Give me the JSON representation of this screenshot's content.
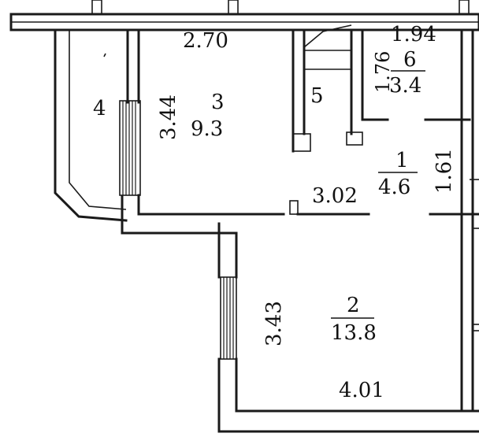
{
  "rooms": [
    {
      "id": "1",
      "number": "1",
      "area": "4.6"
    },
    {
      "id": "2",
      "number": "2",
      "area": "13.8"
    },
    {
      "id": "3",
      "number": "3",
      "area": "9.3"
    },
    {
      "id": "4",
      "number": "4"
    },
    {
      "id": "5",
      "number": "5"
    },
    {
      "id": "6",
      "number": "6",
      "area": "3.4"
    }
  ],
  "dimensions": {
    "room3_width": "2.70",
    "room3_depth": "3.44",
    "room3_bottom": "3.02",
    "room6_width": "1.94",
    "room6_depth": "1.76",
    "room1_depth": "1.61",
    "room2_depth": "3.43",
    "room2_width": "4.01"
  }
}
